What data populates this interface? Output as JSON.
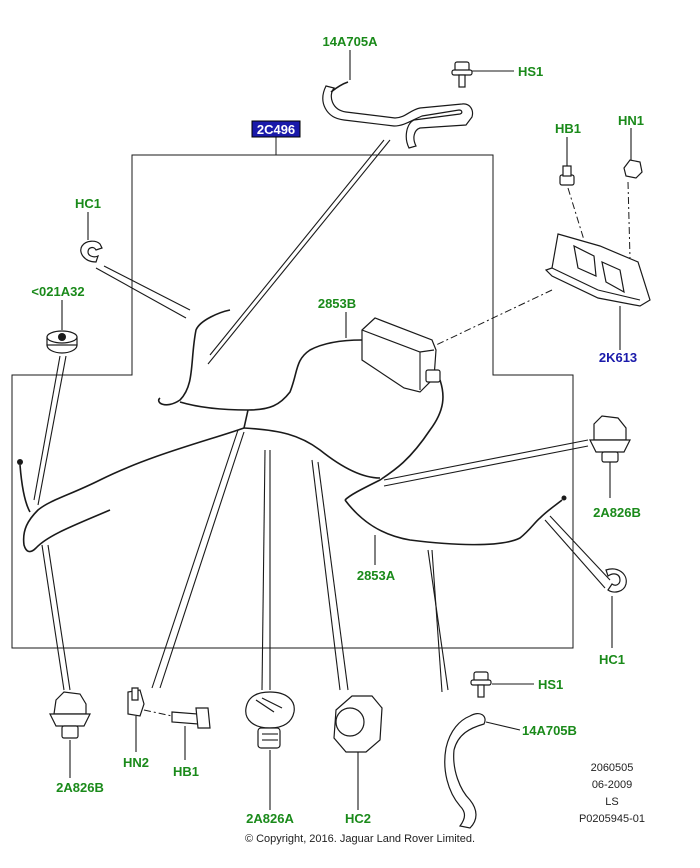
{
  "labels": {
    "hose_top": "14A705A",
    "hs1_top": "HS1",
    "assembly_box": "2C496",
    "hb1_top": "HB1",
    "hn1_top": "HN1",
    "hc1_left": "HC1",
    "fitting_left": "<021A32",
    "cable_2853b": "2853B",
    "bracket_2k613": "2K613",
    "clip_2a826b_right": "2A826B",
    "cable_2853a": "2853A",
    "hc1_right": "HC1",
    "hs1_bottom": "HS1",
    "hose_bottom": "14A705B",
    "clip_2a826b_left": "2A826B",
    "hn2": "HN2",
    "hb1_bottom": "HB1",
    "clip_2a826a": "2A826A",
    "hc2": "HC2"
  },
  "meta": {
    "line1": "2060505",
    "line2": "06-2009",
    "line3": "LS",
    "line4": "P0205945-01"
  },
  "copyright": "© Copyright, 2016. Jaguar Land Rover Limited.",
  "colors": {
    "label_green": "#1a8a1a",
    "label_blue": "#1a1aaa",
    "box_fill": "#1a1aaa",
    "line": "#1a1a1a"
  }
}
